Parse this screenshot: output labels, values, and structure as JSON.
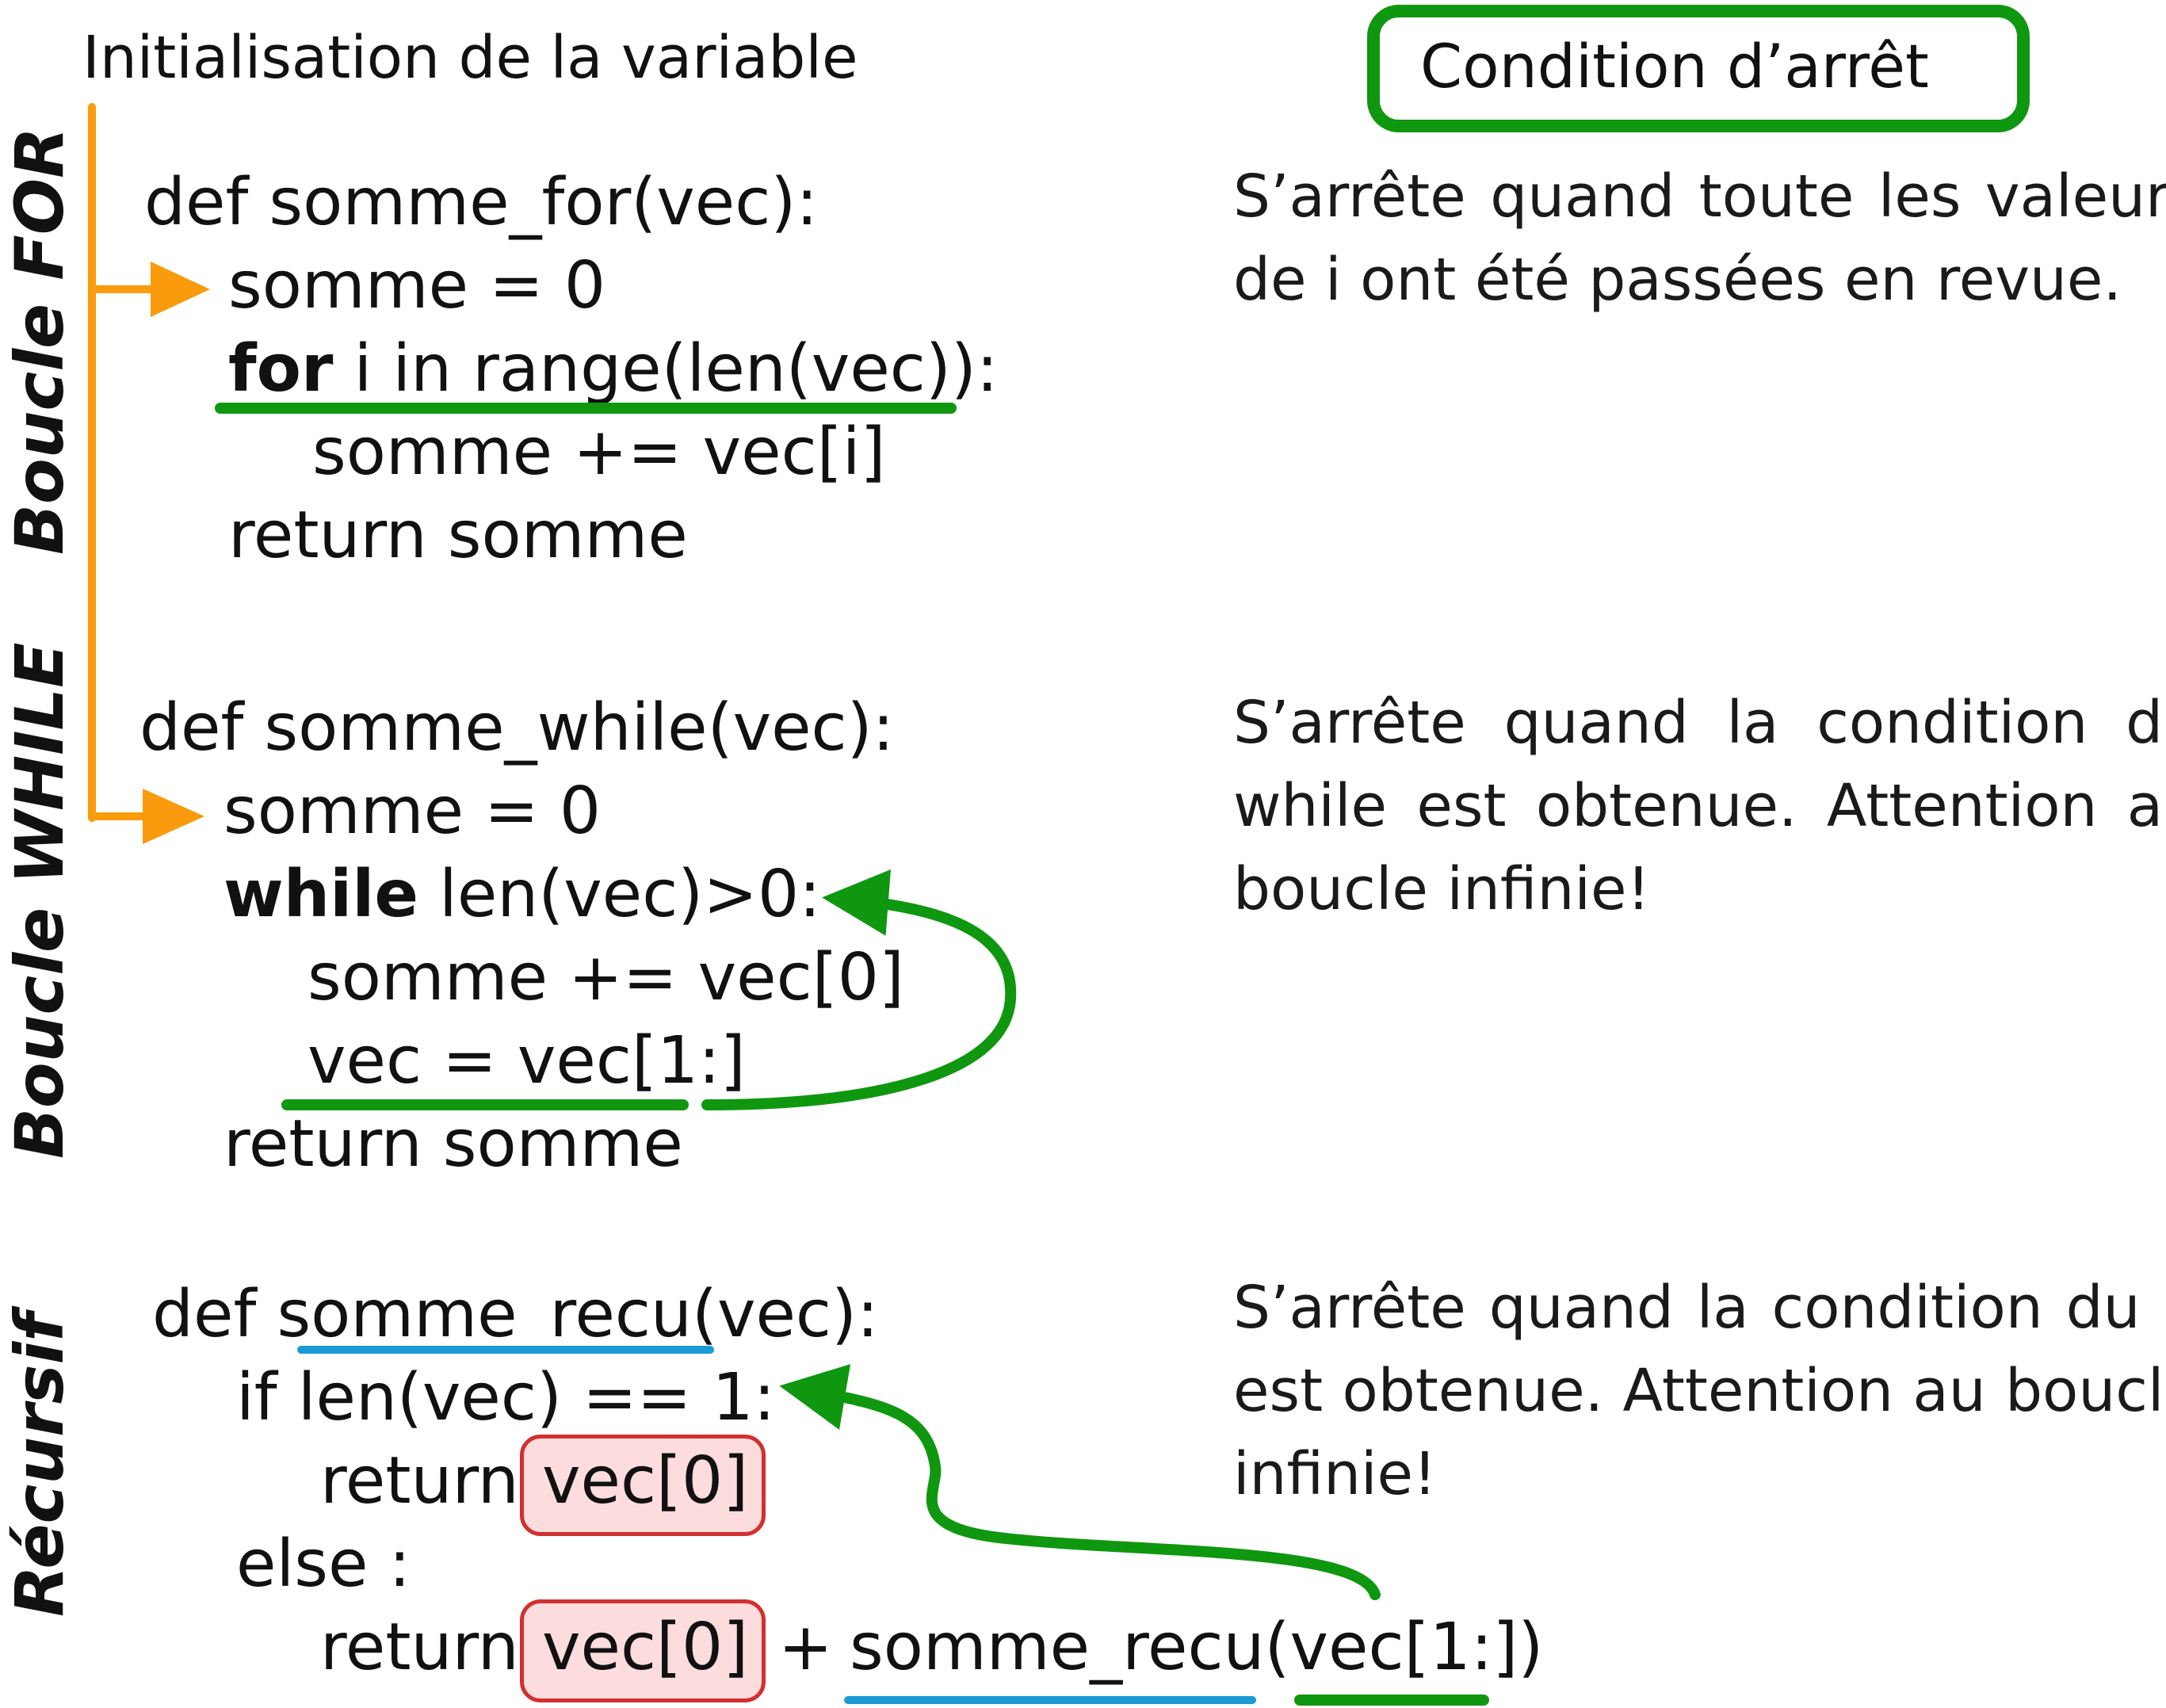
{
  "header": {
    "init_label": "Initialisation de la variable",
    "stop_condition_label": "Condition d’arrêt"
  },
  "sections": {
    "for": {
      "side_label": "Boucle FOR",
      "code": {
        "def": "def somme_for(vec):",
        "init": "somme = 0",
        "loop_kw": "for",
        "loop_rest": " i in range(len(vec)):",
        "body": "somme += vec[i]",
        "ret": "return somme"
      },
      "note": "S’arrête quand toute les valeurs de i ont été passées en revue."
    },
    "while": {
      "side_label": "Boucle WHILE",
      "code": {
        "def": "def somme_while(vec):",
        "init": "somme = 0",
        "loop_kw": "while",
        "loop_rest": " len(vec)>0:",
        "body1": "somme += vec[0]",
        "body2": "vec = vec[1:]",
        "ret": "return somme"
      },
      "note": "S’arrête quand la condition du while est obtenue. Attention au boucle infinie!"
    },
    "recursive": {
      "side_label": "Récursif",
      "code": {
        "def_prefix": "def ",
        "def_name": "somme_recu",
        "def_suffix": "(vec):",
        "if_line": "if len(vec) == 1:",
        "return1_kw": "return",
        "return1_val": "vec[0]",
        "else_line": "else :",
        "return2_kw": "return",
        "return2_val": "vec[0]",
        "return2_plus": "+",
        "return2_call": "somme_recu",
        "return2_arg_open": "(",
        "return2_arg": "vec[1:]",
        "return2_arg_close": ")"
      },
      "note": "S’arrête quand la condition du if est obtenue. Attention au boucle infinie!"
    }
  },
  "colors": {
    "orange_arrow": "#f99b0c",
    "green_mark": "#109710",
    "blue_mark": "#1a9ad6",
    "red_box_border": "#d23030",
    "red_box_fill": "#fcdcdc"
  }
}
